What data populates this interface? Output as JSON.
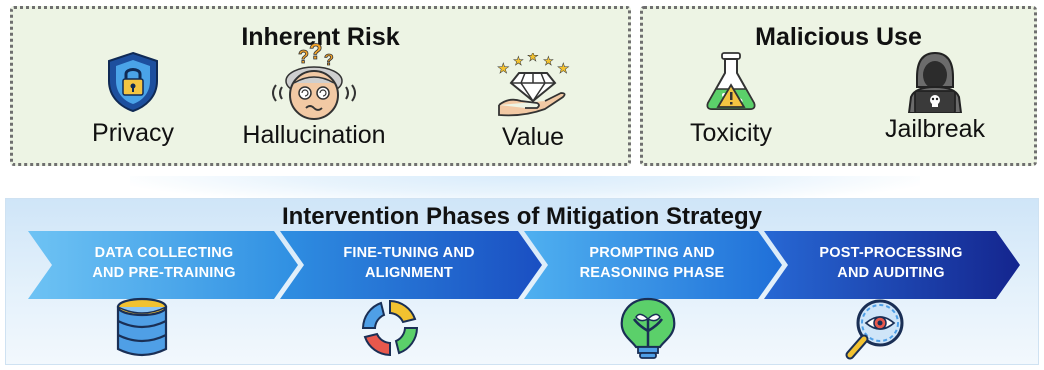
{
  "inherent_risk": {
    "title": "Inherent Risk",
    "items": [
      {
        "label": "Privacy",
        "icon": "shield-lock-icon"
      },
      {
        "label": "Hallucination",
        "icon": "confused-face-icon"
      },
      {
        "label": "Value",
        "icon": "diamond-hand-icon"
      }
    ]
  },
  "malicious_use": {
    "title": "Malicious Use",
    "items": [
      {
        "label": "Toxicity",
        "icon": "flask-warning-icon"
      },
      {
        "label": "Jailbreak",
        "icon": "hacker-icon"
      }
    ]
  },
  "phases": {
    "title": "Intervention Phases of Mitigation Strategy",
    "items": [
      {
        "line1": "DATA COLLECTING",
        "line2": "AND PRE-TRAINING",
        "icon": "database-icon"
      },
      {
        "line1": "FINE-TUNING AND",
        "line2": "ALIGNMENT",
        "icon": "cycle-icon"
      },
      {
        "line1": "PROMPTING AND",
        "line2": "REASONING PHASE",
        "icon": "lightbulb-icon"
      },
      {
        "line1": "POST-PROCESSING",
        "line2": "AND AUDITING",
        "icon": "magnifier-eye-icon"
      }
    ],
    "colors": [
      "#3aa0e8",
      "#1f5fd0",
      "#2c8fe0",
      "#1b3fae"
    ]
  }
}
